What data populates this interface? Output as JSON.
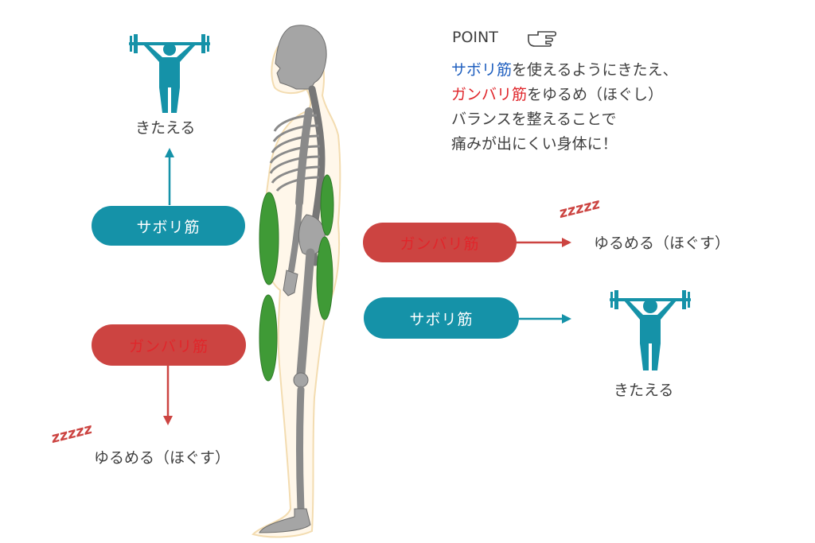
{
  "point": {
    "title": "POINT",
    "hand_icon": "pointing-hand-icon",
    "line1_highlight": "サボリ筋",
    "line1_rest": "を使えるようにきたえ、",
    "line2_highlight": "ガンバリ筋",
    "line2_rest": "をゆるめ（ほぐし）",
    "line3": "バランスを整えることで",
    "line4": "痛みが出にくい身体に！"
  },
  "left": {
    "sabori_label": "サボリ筋",
    "train_label": "きたえる",
    "ganbari_label": "ガンバリ筋",
    "relax_label": "ゆるめる（ほぐす）",
    "zzz": "zzzzz"
  },
  "right": {
    "ganbari_label": "ガンバリ筋",
    "relax_label": "ゆるめる（ほぐす）",
    "sabori_label": "サボリ筋",
    "train_label": "きたえる",
    "zzz": "zzzzz"
  },
  "colors": {
    "teal": "#1592a8",
    "red": "#cc4441",
    "muscle": "#3f9a36",
    "bone": "#9a9a9a"
  }
}
